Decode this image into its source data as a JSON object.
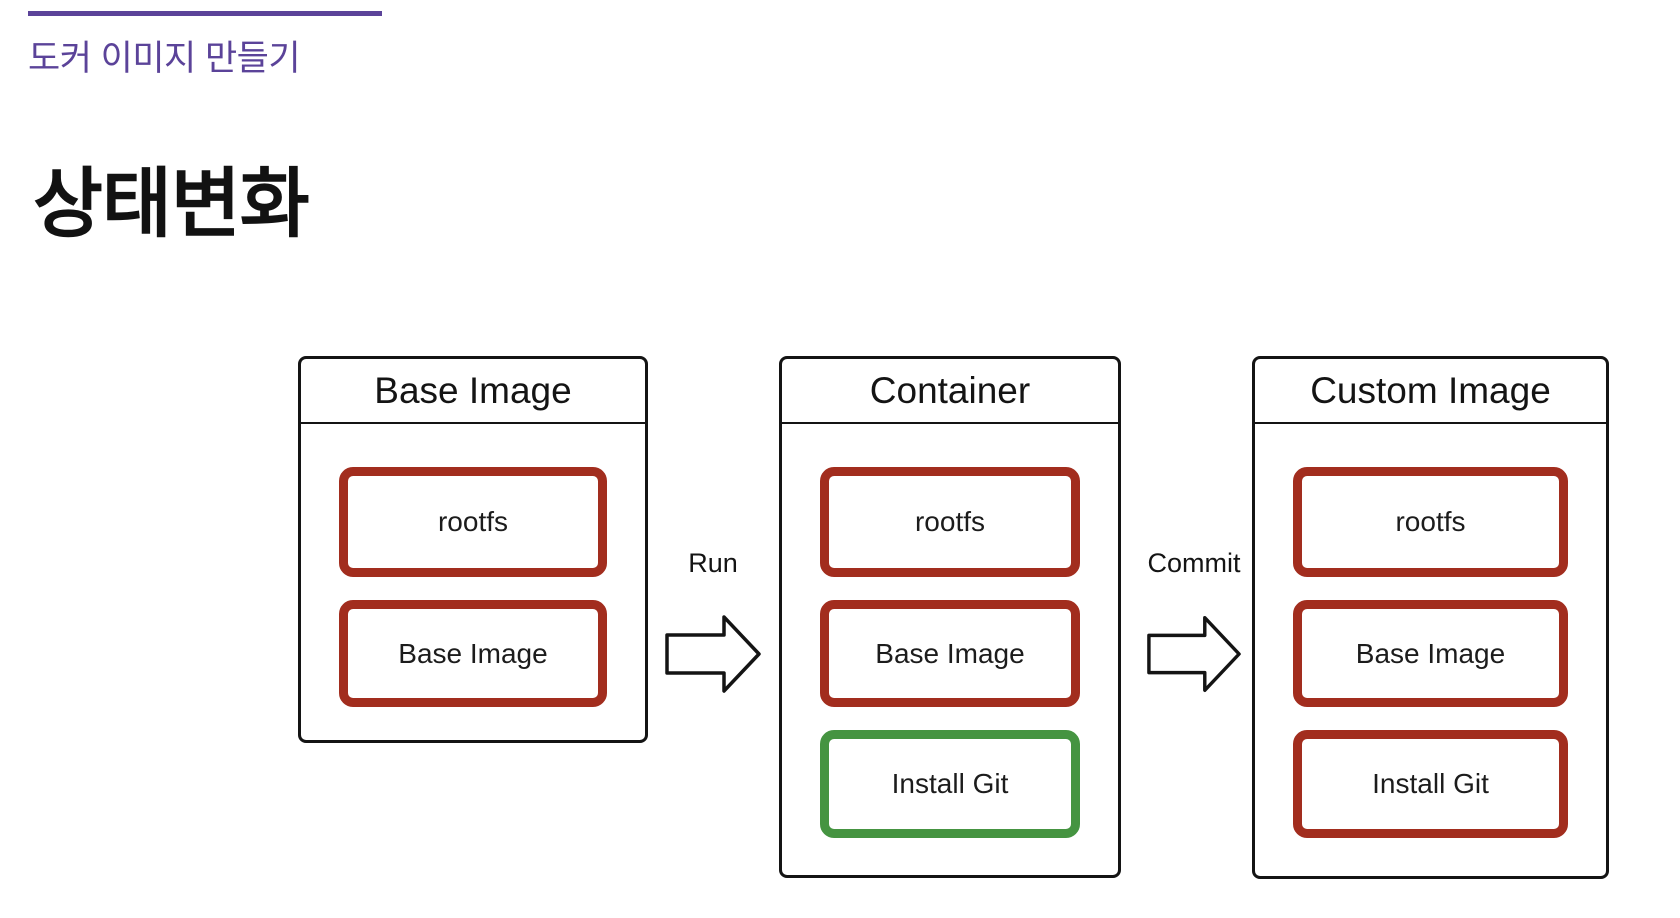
{
  "header": {
    "accent_color": "#5B4399",
    "section_label": "도커 이미지 만들기",
    "title": "상태변화"
  },
  "diagram": {
    "outline_color": "#141414",
    "red_layer_color": "#A22D1E",
    "green_layer_color": "#459441",
    "stages": [
      {
        "title": "Base Image",
        "layers": [
          {
            "label": "rootfs",
            "color": "red"
          },
          {
            "label": "Base Image",
            "color": "red"
          }
        ]
      },
      {
        "title": "Container",
        "layers": [
          {
            "label": "rootfs",
            "color": "red"
          },
          {
            "label": "Base Image",
            "color": "red"
          },
          {
            "label": "Install Git",
            "color": "green"
          }
        ]
      },
      {
        "title": "Custom Image",
        "layers": [
          {
            "label": "rootfs",
            "color": "red"
          },
          {
            "label": "Base Image",
            "color": "red"
          },
          {
            "label": "Install Git",
            "color": "red"
          }
        ]
      }
    ],
    "arrows": [
      {
        "label": "Run"
      },
      {
        "label": "Commit"
      }
    ]
  }
}
